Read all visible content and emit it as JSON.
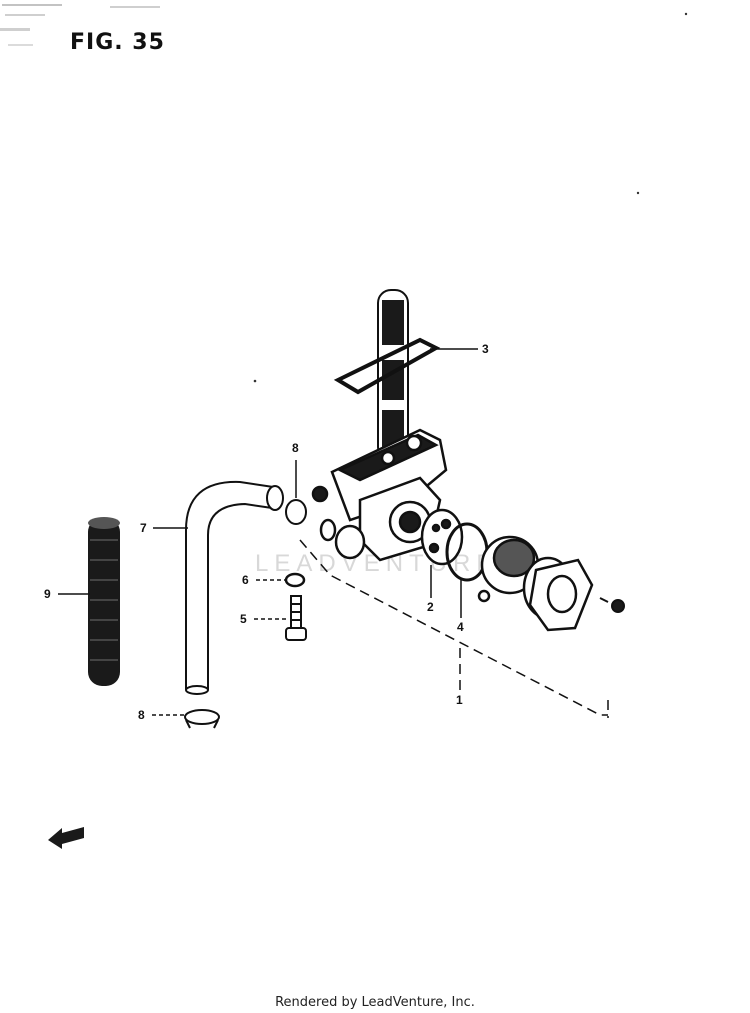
{
  "figure": {
    "title": "FIG. 35",
    "footer": "Rendered by LeadVenture, Inc.",
    "watermark": "LEADVENTURE"
  },
  "callouts": [
    {
      "id": "1",
      "text": "1"
    },
    {
      "id": "2",
      "text": "2"
    },
    {
      "id": "3",
      "text": "3"
    },
    {
      "id": "4",
      "text": "4"
    },
    {
      "id": "5",
      "text": "5"
    },
    {
      "id": "6",
      "text": "6"
    },
    {
      "id": "7",
      "text": "7"
    },
    {
      "id": "8a",
      "text": "8"
    },
    {
      "id": "8b",
      "text": "8"
    },
    {
      "id": "9",
      "text": "9"
    }
  ]
}
